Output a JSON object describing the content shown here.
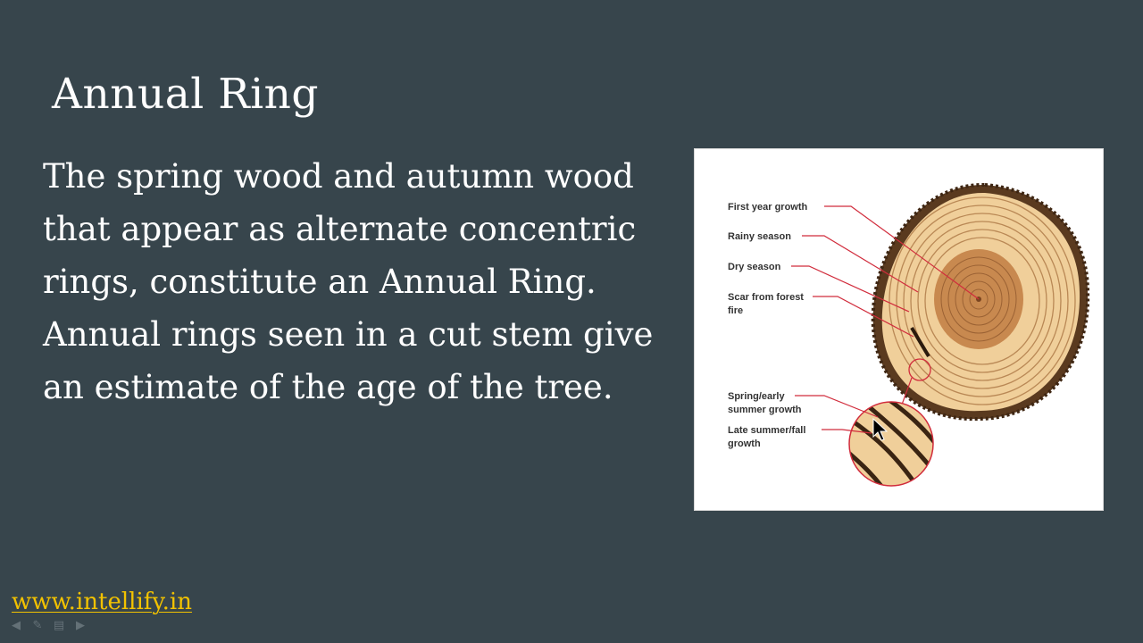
{
  "slide": {
    "title": "Annual Ring",
    "body": "The spring wood and autumn wood that appear as alternate concentric rings, constitute an Annual Ring. Annual rings seen in a cut stem give an estimate of the age of the tree."
  },
  "figure": {
    "labels": {
      "first_year": "First year growth",
      "rainy": "Rainy season",
      "dry": "Dry season",
      "scar_line1": "Scar from forest",
      "scar_line2": "fire",
      "spring_line1": "Spring/early",
      "spring_line2": "summer growth",
      "late_line1": "Late summer/fall",
      "late_line2": "growth"
    },
    "colors": {
      "bark": "#5a3a1f",
      "wood_light": "#f0cf9a",
      "wood_core": "#c8894f",
      "ring_line": "#b98855",
      "pointer": "#d12c3c"
    }
  },
  "footer": {
    "url": "www.intellify.in"
  },
  "nav": {
    "icons": [
      "back-arrow-icon",
      "pen-icon",
      "slides-icon",
      "forward-arrow-icon"
    ]
  }
}
